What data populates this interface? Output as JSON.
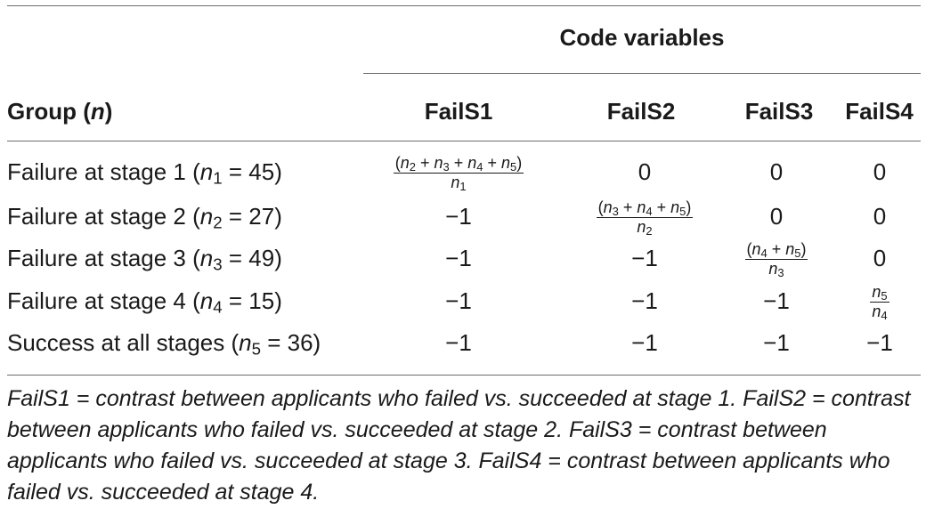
{
  "header": {
    "code_variables": "Code variables",
    "group_label": "Group (",
    "group_n": "n",
    "group_close": ")",
    "columns": [
      "FailS1",
      "FailS2",
      "FailS3",
      "FailS4"
    ]
  },
  "rows": [
    {
      "label_pre": "Failure at stage 1 (",
      "n_sub": "1",
      "label_post": " = 45)",
      "c1": {
        "num": [
          "(n",
          "2",
          " + n",
          "3",
          " + n",
          "4",
          " + n",
          "5",
          ")"
        ],
        "den": [
          "n",
          "1"
        ]
      },
      "c2": "0",
      "c3": "0",
      "c4": "0"
    },
    {
      "label_pre": "Failure at stage 2 (",
      "n_sub": "2",
      "label_post": " = 27)",
      "c1": "−1",
      "c2": {
        "num": [
          "(n",
          "3",
          " + n",
          "4",
          " + n",
          "5",
          ")"
        ],
        "den": [
          "n",
          "2"
        ]
      },
      "c3": "0",
      "c4": "0"
    },
    {
      "label_pre": "Failure at stage 3 (",
      "n_sub": "3",
      "label_post": " = 49)",
      "c1": "−1",
      "c2": "−1",
      "c3": {
        "num": [
          "(n",
          "4",
          " + n",
          "5",
          ")"
        ],
        "den": [
          "n",
          "3"
        ]
      },
      "c4": "0"
    },
    {
      "label_pre": "Failure at stage 4 (",
      "n_sub": "4",
      "label_post": " = 15)",
      "c1": "−1",
      "c2": "−1",
      "c3": "−1",
      "c4": {
        "num": [
          "n",
          "5"
        ],
        "den": [
          "n",
          "4"
        ]
      }
    },
    {
      "label_pre": "Success at all stages (",
      "n_sub": "5",
      "label_post": " = 36)",
      "c1": "−1",
      "c2": "−1",
      "c3": "−1",
      "c4": "−1"
    }
  ],
  "footnote": "FailS1 = contrast between applicants who failed vs. succeeded at stage 1. FailS2 = contrast between applicants who failed vs. succeeded at stage 2. FailS3 = contrast between applicants who failed vs. succeeded at stage 3. FailS4 = contrast between applicants who failed vs. succeeded at stage 4."
}
